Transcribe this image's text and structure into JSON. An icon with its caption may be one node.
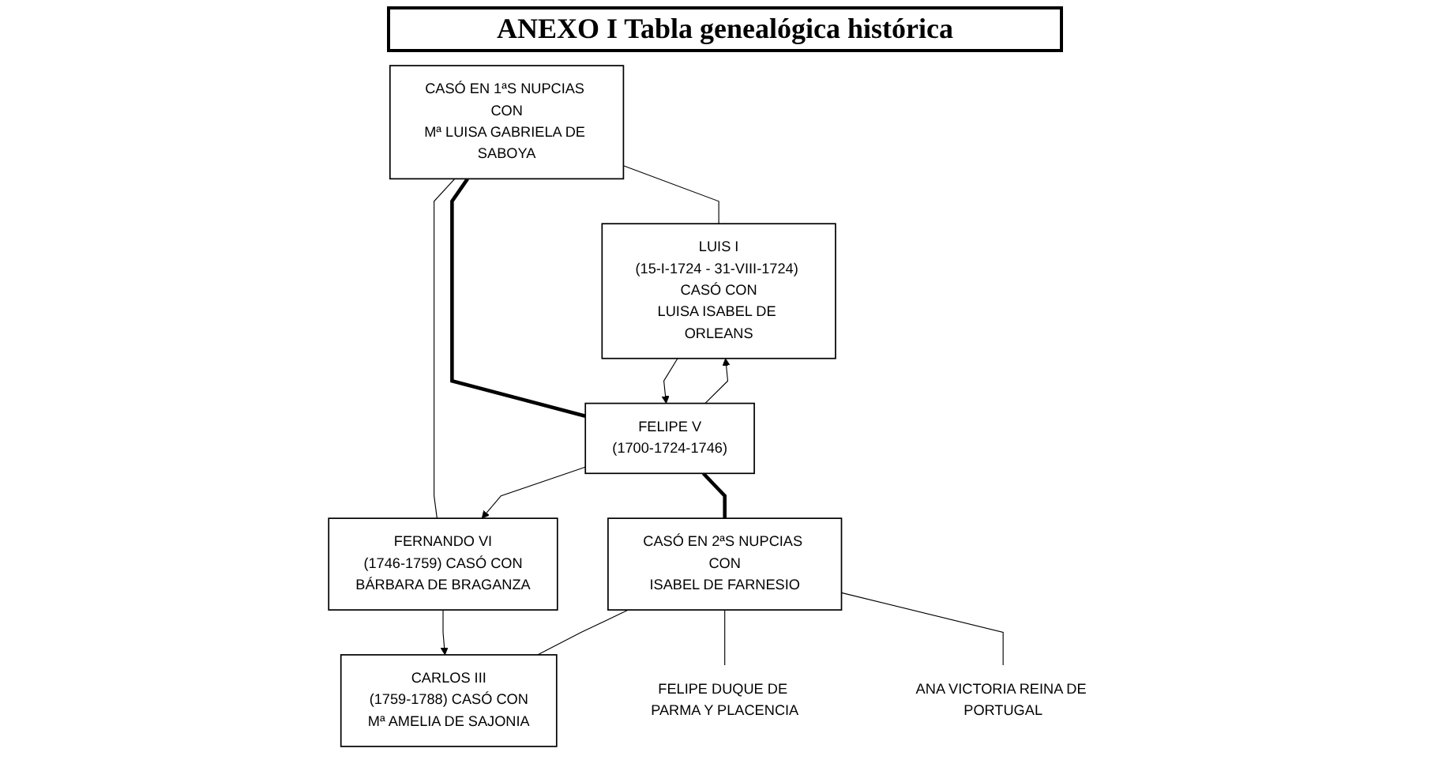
{
  "diagram": {
    "title": "ANEXO I Tabla genealógica histórica",
    "nodes": [
      {
        "text": [
          "CASÓ EN 1ªS NUPCIAS CON",
          "Mª LUISA GABRIELA DE SABOYA"
        ]
      },
      {
        "text": [
          "FELIPE V",
          "(1700-1724-1746)"
        ]
      },
      {
        "text": [
          "CASÓ EN 2ªS NUPCIAS CON",
          "ISABEL DE FARNESIO"
        ]
      },
      {
        "text": [
          "LUIS I",
          "(15-I-1724 - 31-VIII-1724) CASÓ CON",
          "LUISA ISABEL DE ORLEANS"
        ]
      },
      {
        "text": [
          "FERNANDO VI",
          "(1746-1759) CASÓ CON",
          "BÁRBARA DE BRAGANZA"
        ]
      },
      {
        "text": [
          "CARLOS III",
          "(1759-1788) CASÓ CON",
          "Mª AMELIA DE SAJONIA"
        ]
      },
      {
        "text": [
          "FELIPE DUQUE DE PARMA Y PLACENCIA"
        ]
      },
      {
        "text": [
          "ANA VICTORIA REINA DE PORTUGAL"
        ]
      }
    ],
    "edges": [
      {
        "from": 0,
        "to": 1,
        "arrow": "none",
        "style": "thick"
      },
      {
        "from": 1,
        "to": 2,
        "arrow": "none",
        "style": "thick"
      },
      {
        "from": 0,
        "to": 3,
        "arrow": "none"
      },
      {
        "from": 0,
        "to": 4,
        "arrow": "none"
      },
      {
        "from": 1,
        "to": 3,
        "arrow": "to"
      },
      {
        "from": 3,
        "to": 1,
        "arrow": "to"
      },
      {
        "from": 1,
        "to": 4,
        "arrow": "to"
      },
      {
        "from": 4,
        "to": 5,
        "arrow": "to"
      },
      {
        "from": 2,
        "to": 5,
        "arrow": "none"
      },
      {
        "from": 2,
        "to": 6,
        "arrow": "none"
      },
      {
        "from": 2,
        "to": 7,
        "arrow": "none"
      }
    ]
  }
}
